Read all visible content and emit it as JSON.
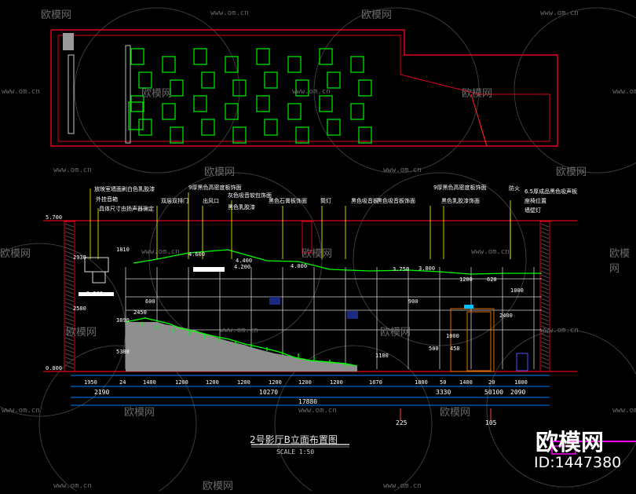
{
  "drawing": {
    "title": "2号影厅B立面布置图",
    "scale": "SCALE  1:50"
  },
  "watermark": {
    "brand": "欧模网",
    "site": "www.om.cn",
    "id": "ID:1447380"
  },
  "annotations": {
    "callouts_left": [
      "放映室墙面刷白色乳胶漆",
      "外挂音箱",
      "具体尺寸由扬声器确定",
      "双层双排门",
      "出风口"
    ],
    "callouts_mid": [
      "9厚黑色高密度板饰面",
      "灰色吸音软包饰面",
      "黑色乳胶漆",
      "黑色石膏板饰面",
      "筒灯"
    ],
    "callouts_right": [
      "黑色吸音板",
      "黑色吸音板饰面",
      "黑色乳胶漆饰面",
      "9厚黑色高密度板饰面",
      "防火",
      "座椅位置",
      "6.5厚成品黑色吸声板",
      "墙壁灯"
    ],
    "elevations": [
      "5.700",
      "2.380",
      "0.000",
      "4.600",
      "4.400",
      "4.200",
      "4.000",
      "3.750",
      "3.800"
    ],
    "section_dims": [
      "1200",
      "600",
      "900",
      "620",
      "1000",
      "2400",
      "3890",
      "2450",
      "5380",
      "1810",
      "2930",
      "2580",
      "1100",
      "1000",
      "450",
      "500"
    ],
    "dims_row1": [
      "1950",
      "24",
      "1400",
      "1200",
      "1200",
      "1200",
      "1200",
      "1200",
      "1200",
      "1670",
      "1800",
      "50",
      "1400",
      "20",
      "1800"
    ],
    "dims_row2": [
      "2190",
      "10270",
      "3330",
      "50100",
      "2090"
    ],
    "dims_total": "17880",
    "markers": [
      "225",
      "105"
    ]
  }
}
